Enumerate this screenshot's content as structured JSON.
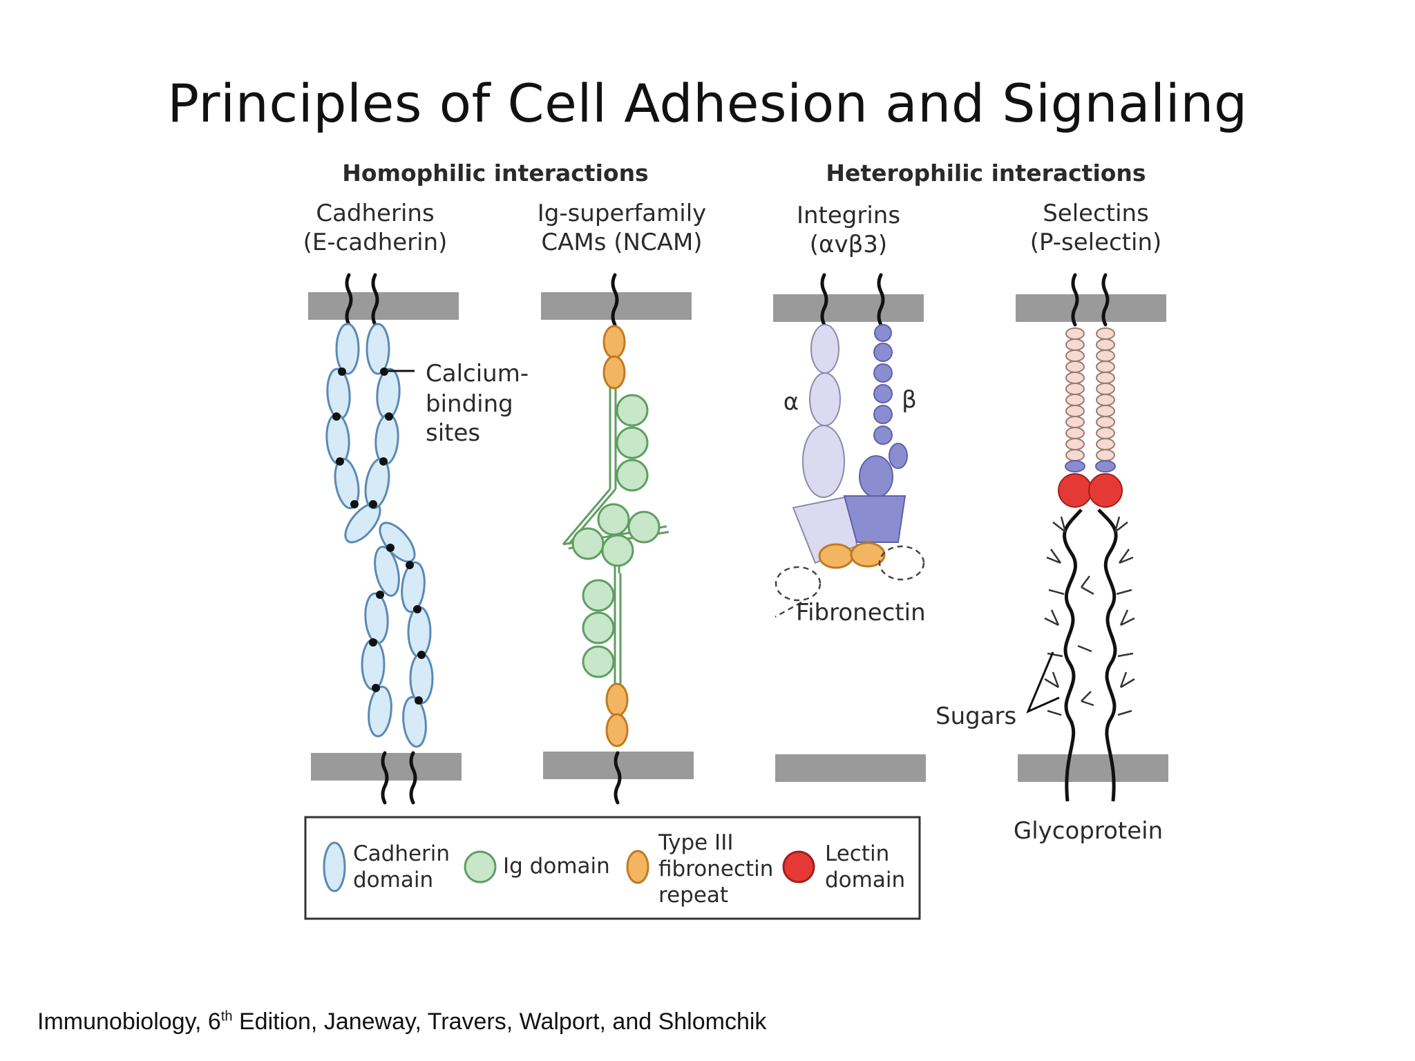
{
  "title": "Principles of Cell Adhesion and Signaling",
  "groups": {
    "homophilic": "Homophilic interactions",
    "heterophilic": "Heterophilic interactions"
  },
  "molecules": {
    "cadherins": {
      "line1": "Cadherins",
      "line2": "(E-cadherin)"
    },
    "ig_cams": {
      "line1": "Ig-superfamily",
      "line2": "CAMs (NCAM)"
    },
    "integrins": {
      "line1": "Integrins",
      "line2": "(αvβ3)"
    },
    "selectins": {
      "line1": "Selectins",
      "line2": "(P-selectin)"
    }
  },
  "annotations": {
    "calcium": [
      "Calcium-",
      "binding",
      "sites"
    ],
    "alpha": "α",
    "beta": "β",
    "fibronectin": "Fibronectin",
    "sugars": "Sugars",
    "glycoprotein": "Glycoprotein"
  },
  "legend": {
    "cadherin_domain": [
      "Cadherin",
      "domain"
    ],
    "ig_domain": "Ig domain",
    "type3_repeat": [
      "Type III",
      "fibronectin",
      "repeat"
    ],
    "lectin_domain": [
      "Lectin",
      "domain"
    ]
  },
  "colors": {
    "cadherin_fill": "#d6eaf8",
    "cadherin_stroke": "#5a89b5",
    "ig_fill": "#c8e6c9",
    "ig_stroke": "#5f9e62",
    "fn3_fill": "#f4b563",
    "fn3_stroke": "#c07a22",
    "lectin_fill": "#e53935",
    "alpha_fill": "#dcdaf0",
    "beta_fill": "#8a8ed0",
    "sugar_chain_fill": "#f6d9d0",
    "membrane": "#9a9a9a"
  },
  "citation": {
    "prefix": "Immunobiology, 6",
    "sup": "th",
    "suffix": " Edition, Janeway, Travers, Walport, and Shlomchik"
  }
}
